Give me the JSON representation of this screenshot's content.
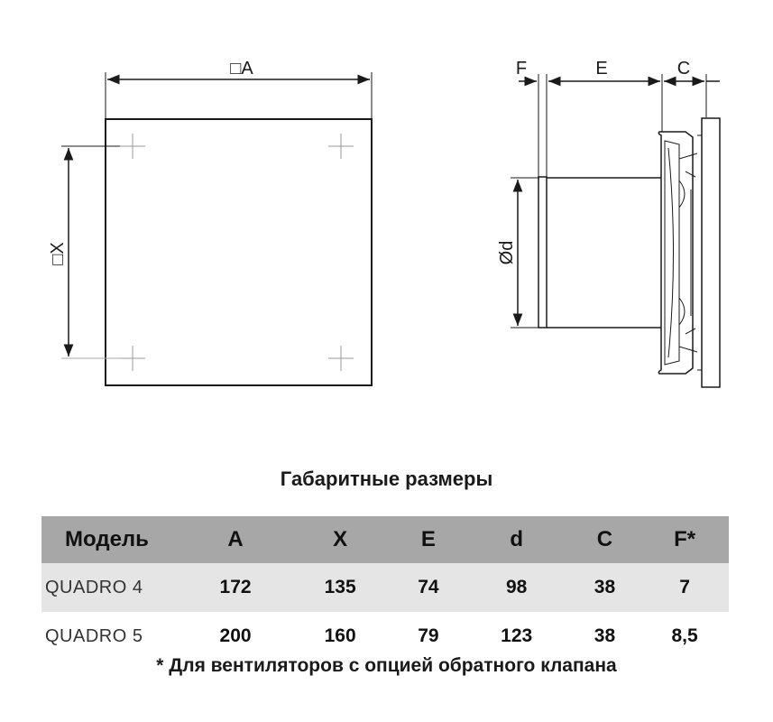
{
  "diagram": {
    "labels": {
      "width_a": "□A",
      "height_x": "□X",
      "f": "F",
      "e": "E",
      "c": "C",
      "diameter": "Ød"
    }
  },
  "title": "Габаритные размеры",
  "table": {
    "headers": [
      "Модель",
      "A",
      "X",
      "E",
      "d",
      "C",
      "F*"
    ],
    "rows": [
      [
        "QUADRO 4",
        "172",
        "135",
        "74",
        "98",
        "38",
        "7"
      ],
      [
        "QUADRO 5",
        "200",
        "160",
        "79",
        "123",
        "38",
        "8,5"
      ]
    ]
  },
  "footnote": "* Для вентиляторов с опцией обратного клапана"
}
